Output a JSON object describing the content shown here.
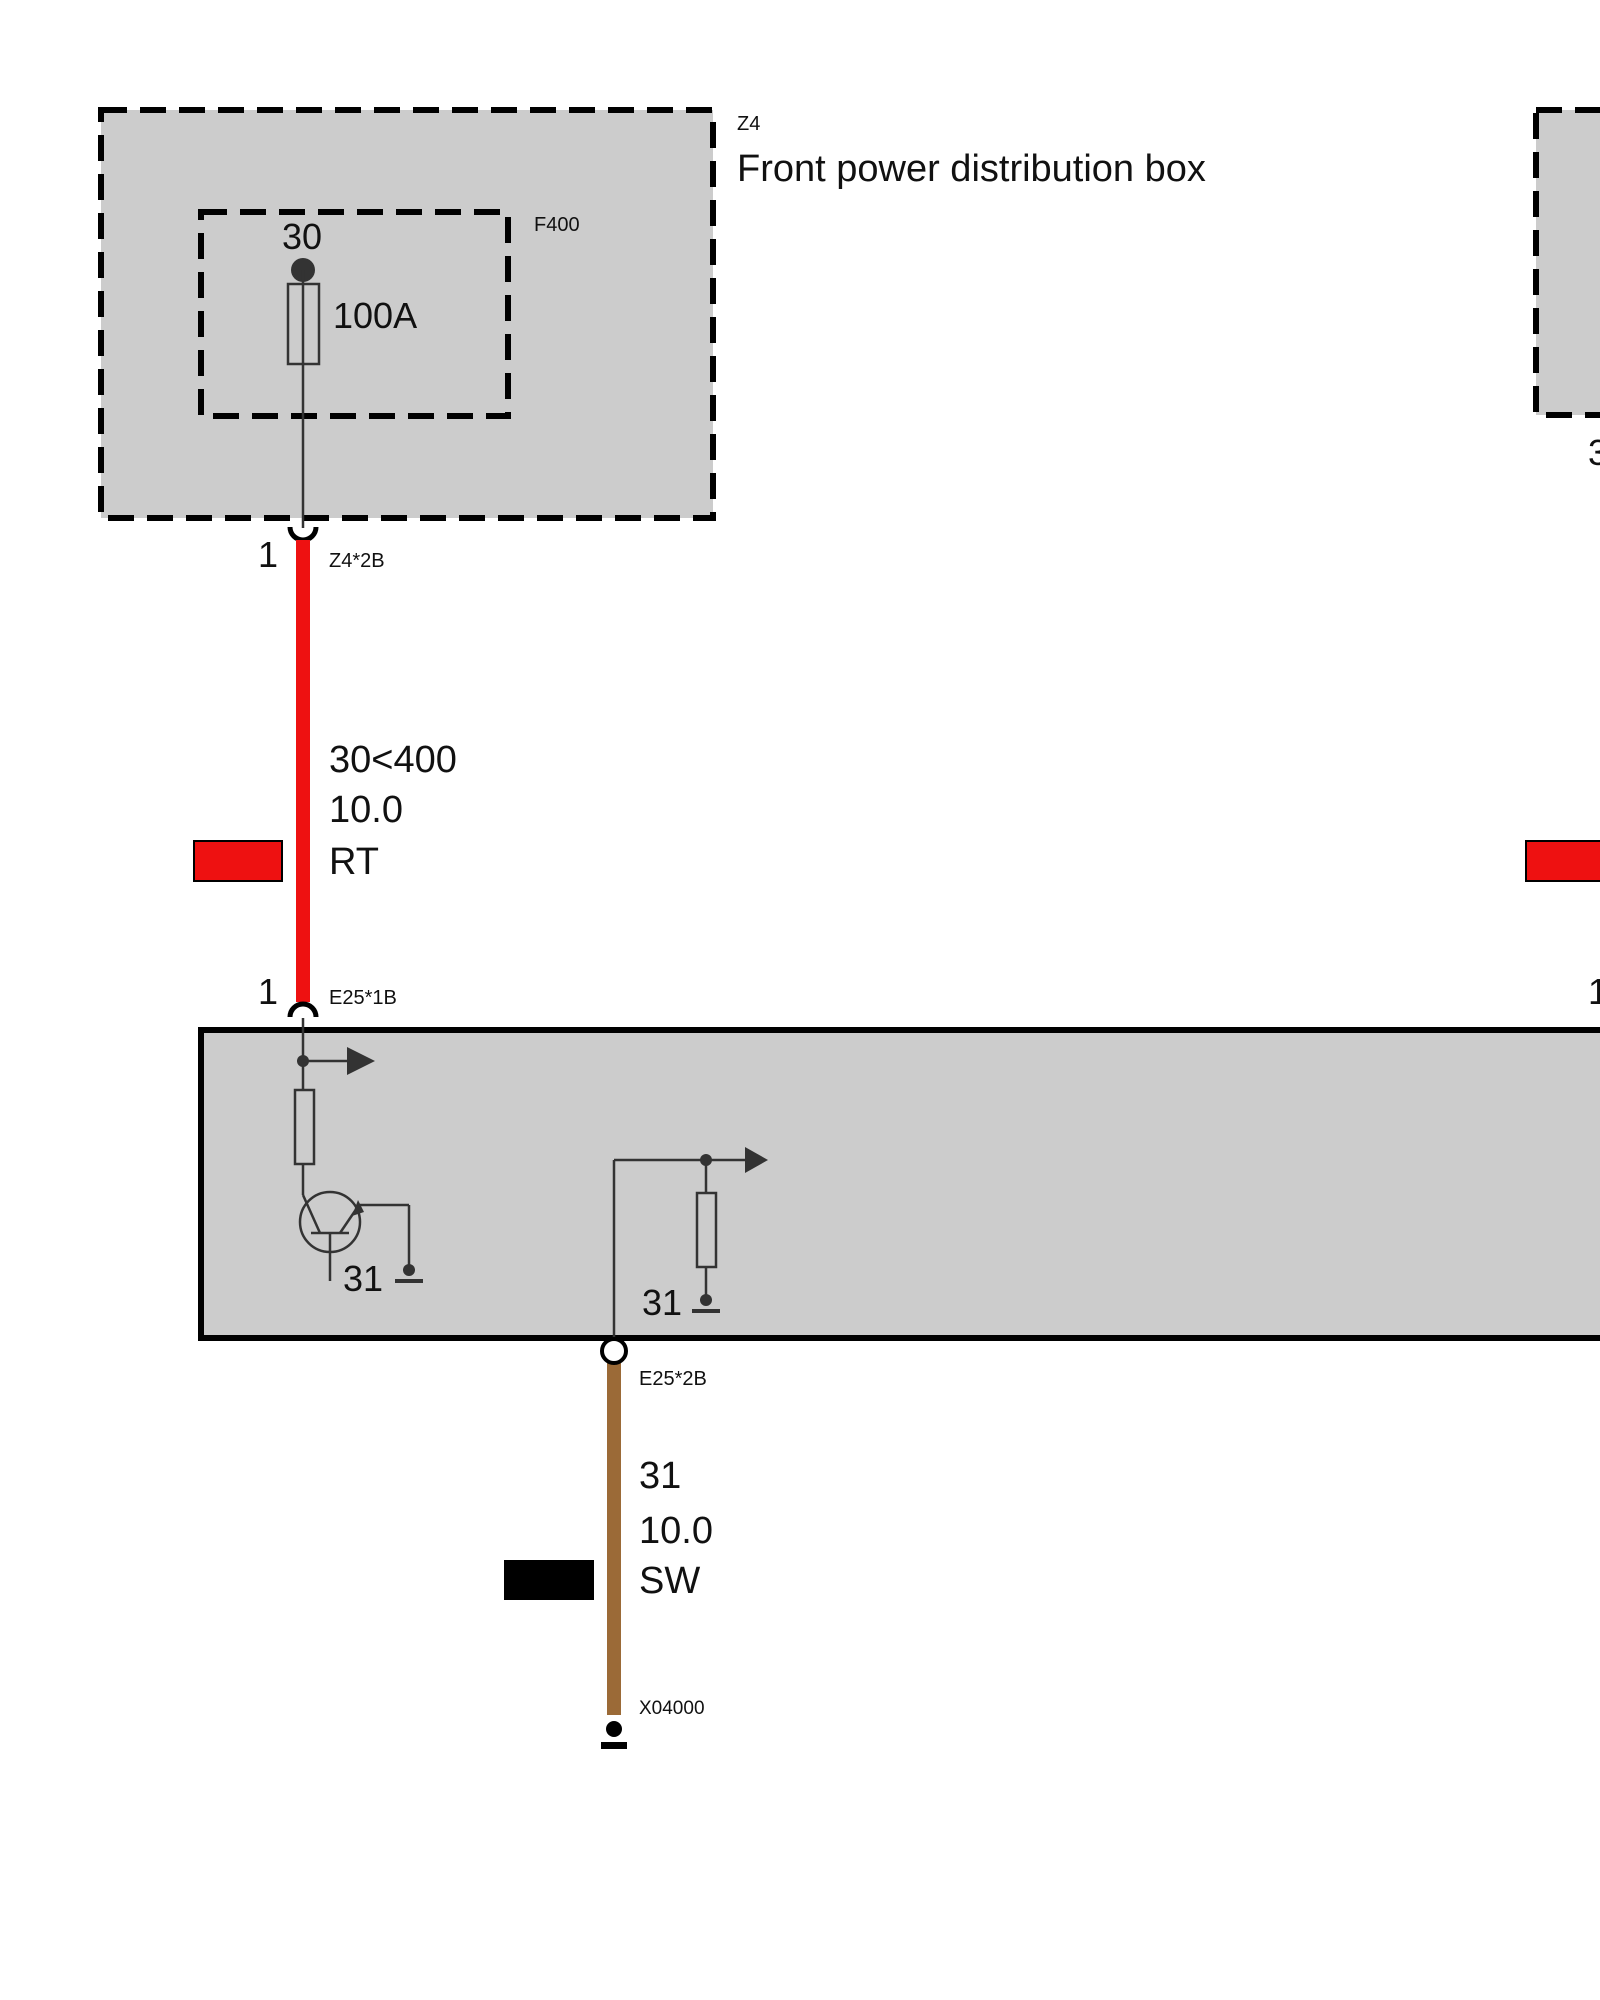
{
  "colors": {
    "background": "#ffffff",
    "box_fill": "#cccccc",
    "outline": "#000000",
    "symbol": "#333333",
    "wire_red": "#ee1111",
    "wire_brown": "#9b6a37",
    "swatch_red": "#ee1111",
    "swatch_black": "#000000"
  },
  "power_box": {
    "id": "Z4",
    "title": "Front power distribution box",
    "fuse": {
      "id": "F400",
      "terminal": "30",
      "rating": "100A"
    },
    "connector": {
      "pin": "1",
      "id": "Z4*2B"
    }
  },
  "right_box": {
    "partial_label": "3"
  },
  "wire_red": {
    "circuit": "30<400",
    "gauge": "10.0",
    "color_code": "RT"
  },
  "module": {
    "connector_top": {
      "pin": "1",
      "id": "E25*1B"
    },
    "right_pin_partial": "1",
    "ground_left": "31",
    "ground_right": "31",
    "connector_bottom": {
      "id": "E25*2B"
    }
  },
  "wire_brown": {
    "circuit": "31",
    "gauge": "10.0",
    "color_code": "SW"
  },
  "ground_point": {
    "id": "X04000"
  }
}
